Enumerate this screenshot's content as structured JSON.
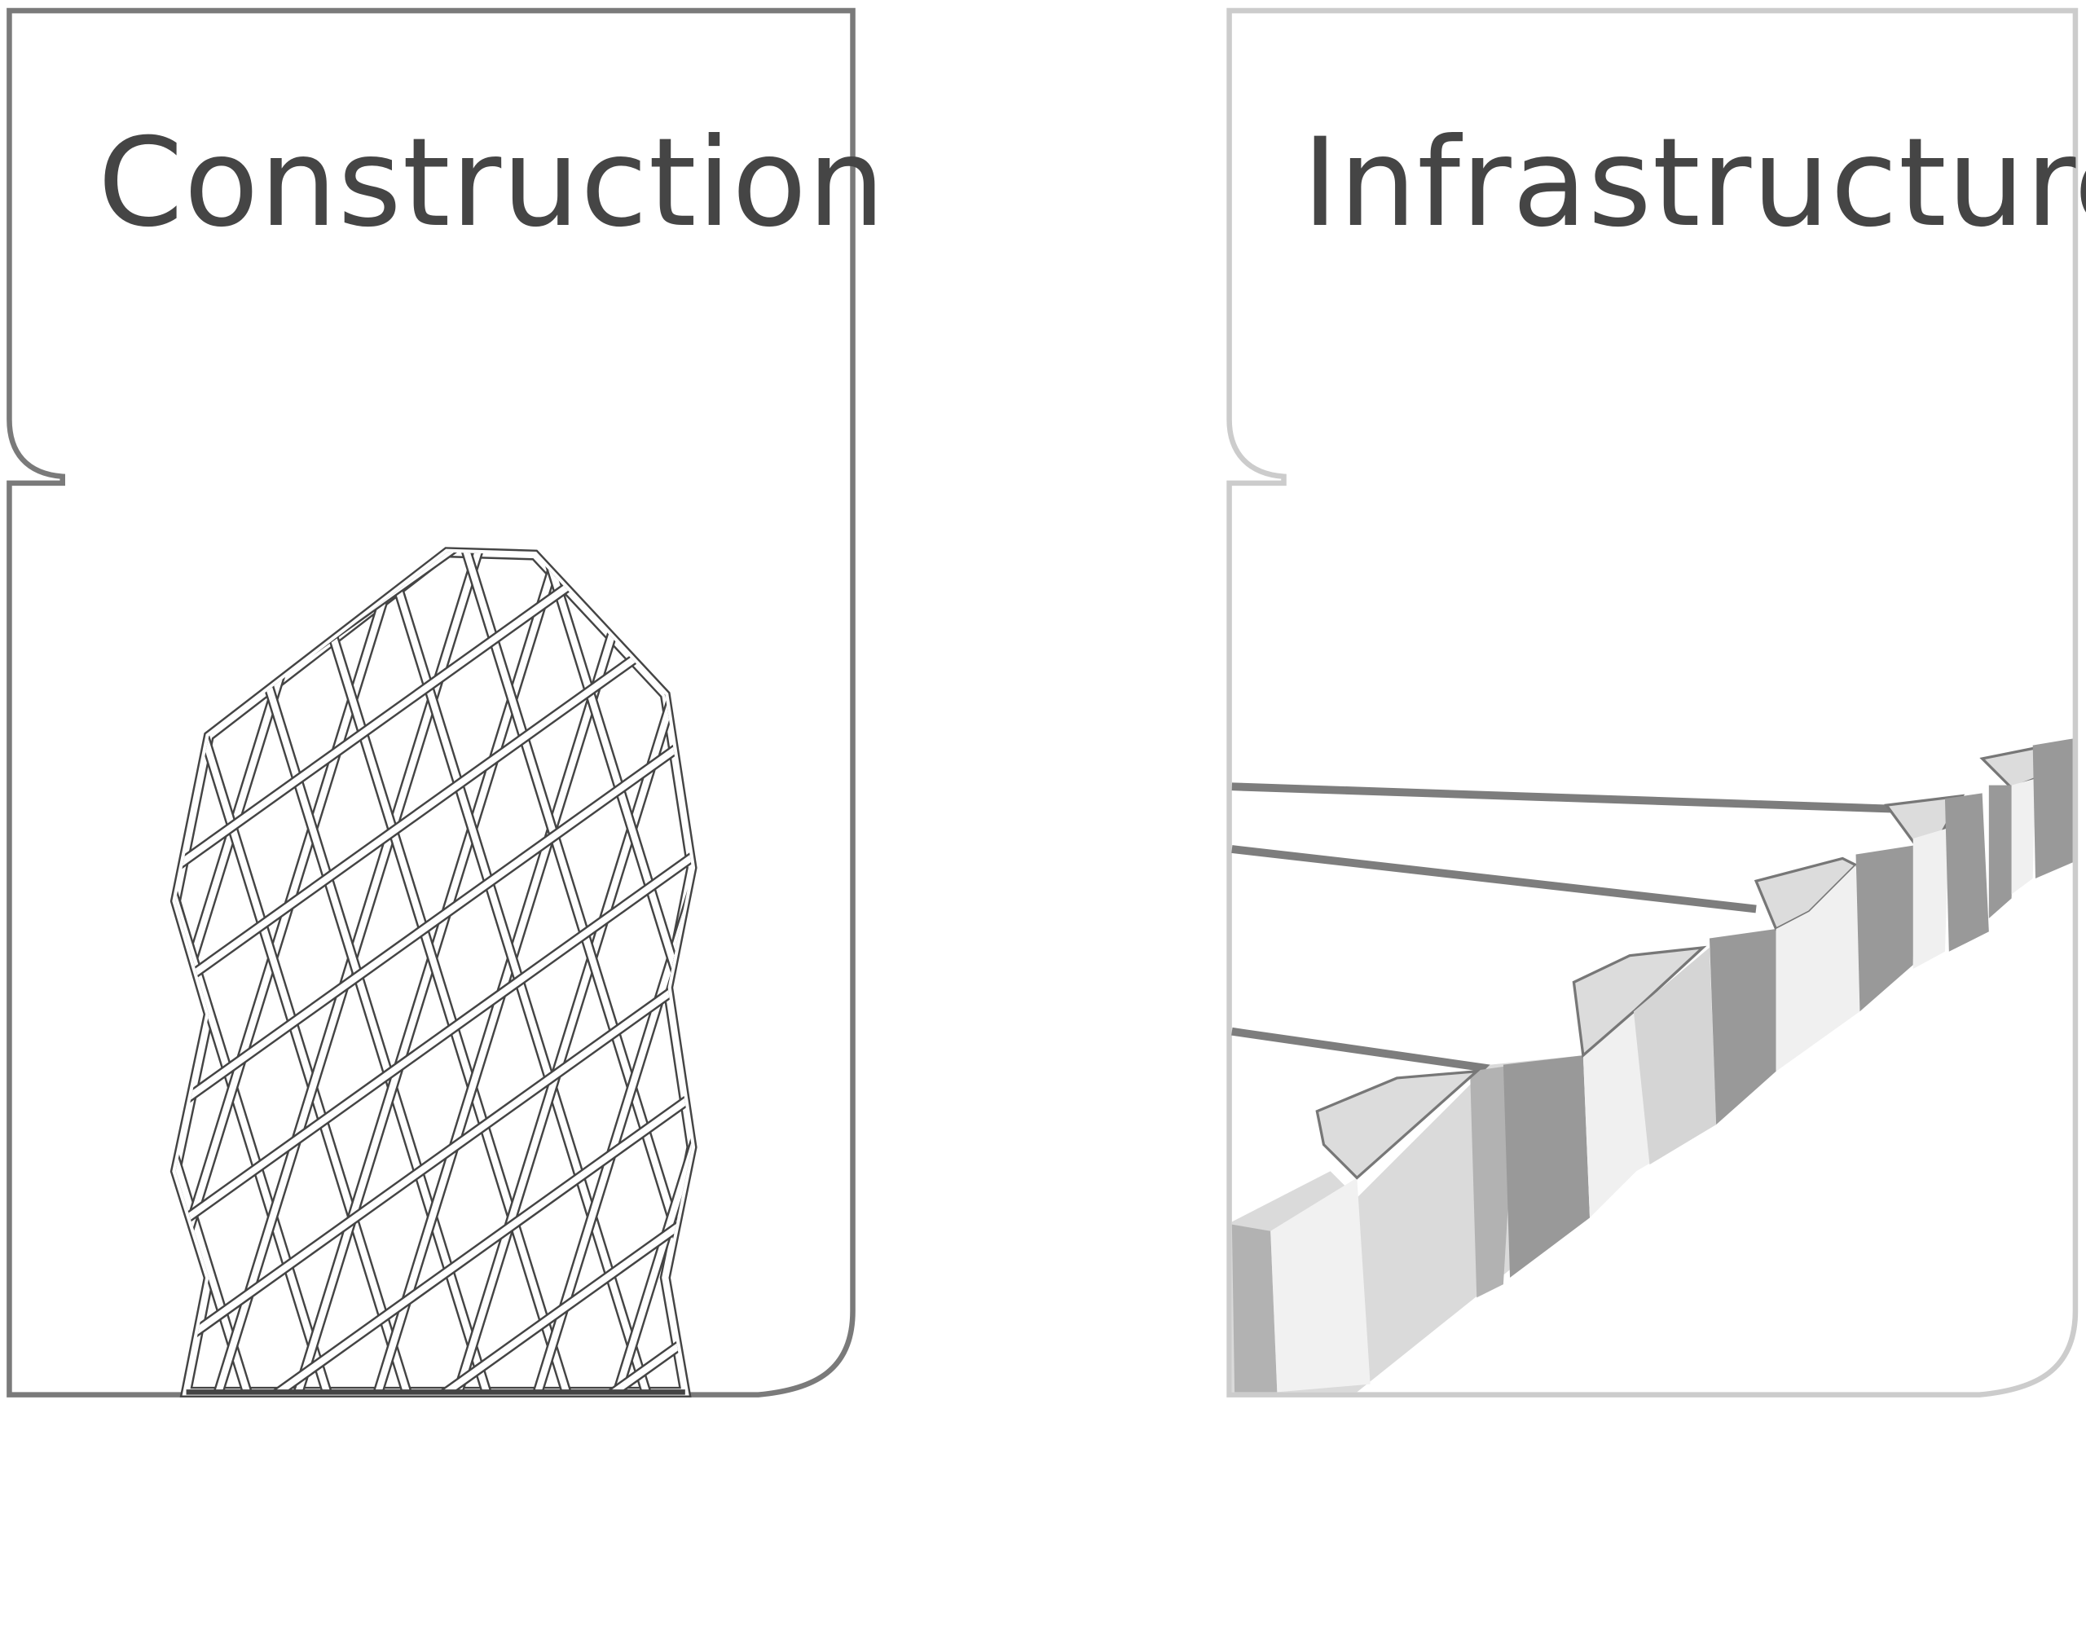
{
  "cards": [
    {
      "title": "Construction",
      "border_color": "#7a7a7a",
      "illustration": "diagrid-tower"
    },
    {
      "title": "Infrastructure",
      "border_color": "#cccccc",
      "illustration": "sheet-pile-wall"
    }
  ]
}
